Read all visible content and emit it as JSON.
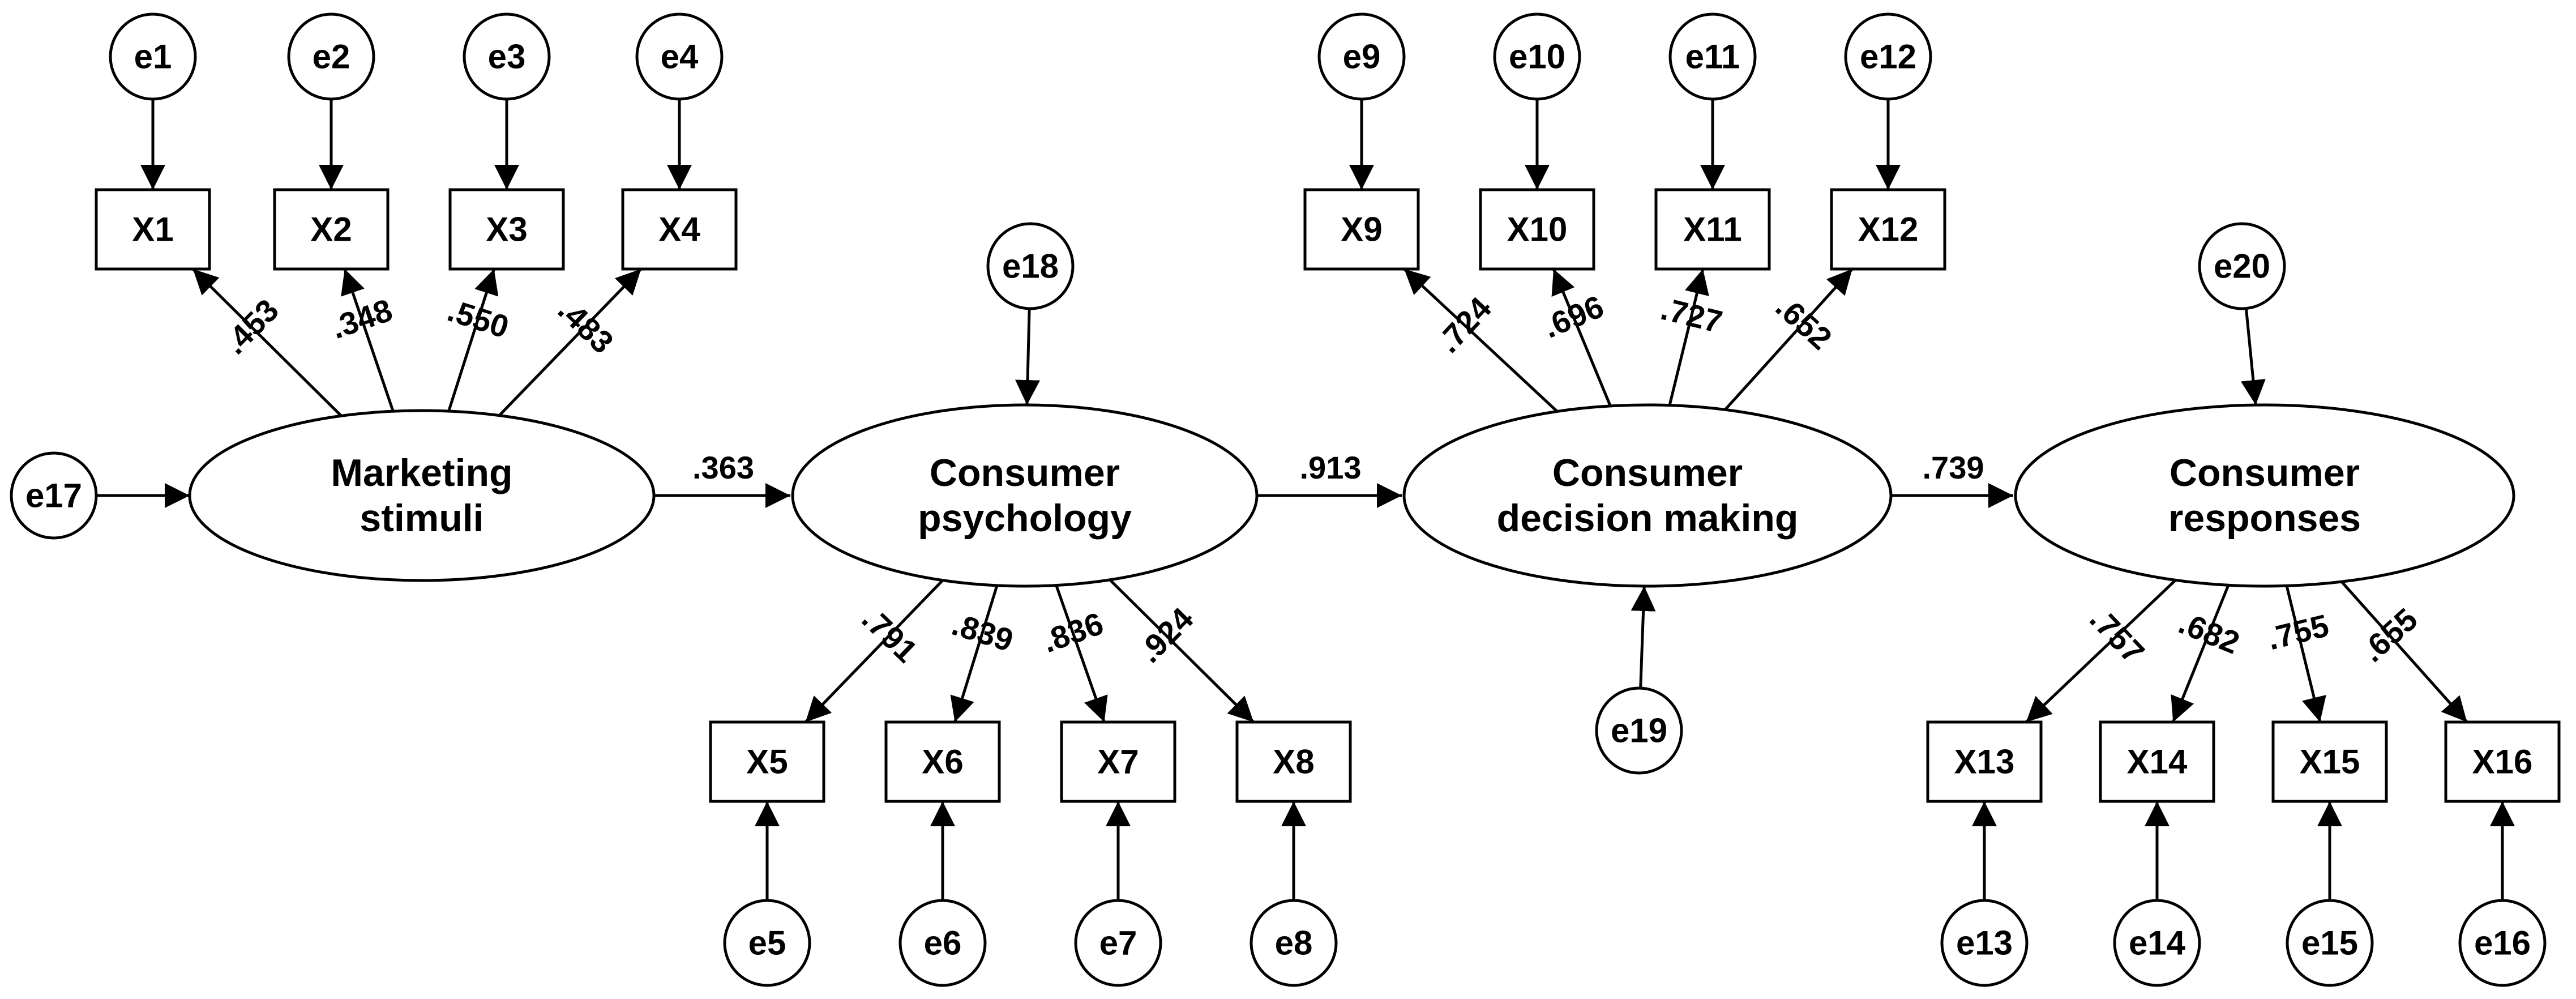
{
  "diagram": {
    "factors": [
      {
        "id": "marketing",
        "lines": [
          "Marketing",
          "stimuli"
        ]
      },
      {
        "id": "psychology",
        "lines": [
          "Consumer",
          "psychology"
        ]
      },
      {
        "id": "decision",
        "lines": [
          "Consumer",
          "decision making"
        ]
      },
      {
        "id": "responses",
        "lines": [
          "Consumer",
          "responses"
        ]
      }
    ],
    "indicators": [
      "X1",
      "X2",
      "X3",
      "X4",
      "X5",
      "X6",
      "X7",
      "X8",
      "X9",
      "X10",
      "X11",
      "X12",
      "X13",
      "X14",
      "X15",
      "X16"
    ],
    "errors": [
      "e1",
      "e2",
      "e3",
      "e4",
      "e5",
      "e6",
      "e7",
      "e8",
      "e9",
      "e10",
      "e11",
      "e12",
      "e13",
      "e14",
      "e15",
      "e16",
      "e17",
      "e18",
      "e19",
      "e20"
    ],
    "loadings": [
      {
        "from": "marketing",
        "to": "X1",
        "value": ".453"
      },
      {
        "from": "marketing",
        "to": "X2",
        "value": ".348"
      },
      {
        "from": "marketing",
        "to": "X3",
        "value": ".550"
      },
      {
        "from": "marketing",
        "to": "X4",
        "value": ".483"
      },
      {
        "from": "psychology",
        "to": "X5",
        "value": ".791"
      },
      {
        "from": "psychology",
        "to": "X6",
        "value": ".839"
      },
      {
        "from": "psychology",
        "to": "X7",
        "value": ".836"
      },
      {
        "from": "psychology",
        "to": "X8",
        "value": ".924"
      },
      {
        "from": "decision",
        "to": "X9",
        "value": ".724"
      },
      {
        "from": "decision",
        "to": "X10",
        "value": ".696"
      },
      {
        "from": "decision",
        "to": "X11",
        "value": ".727"
      },
      {
        "from": "decision",
        "to": "X12",
        "value": ".652"
      },
      {
        "from": "responses",
        "to": "X13",
        "value": ".757"
      },
      {
        "from": "responses",
        "to": "X14",
        "value": ".682"
      },
      {
        "from": "responses",
        "to": "X15",
        "value": ".755"
      },
      {
        "from": "responses",
        "to": "X16",
        "value": ".655"
      }
    ],
    "structural_paths": [
      {
        "from": "marketing",
        "to": "psychology",
        "value": ".363"
      },
      {
        "from": "psychology",
        "to": "decision",
        "value": ".913"
      },
      {
        "from": "decision",
        "to": "responses",
        "value": ".739"
      }
    ]
  }
}
